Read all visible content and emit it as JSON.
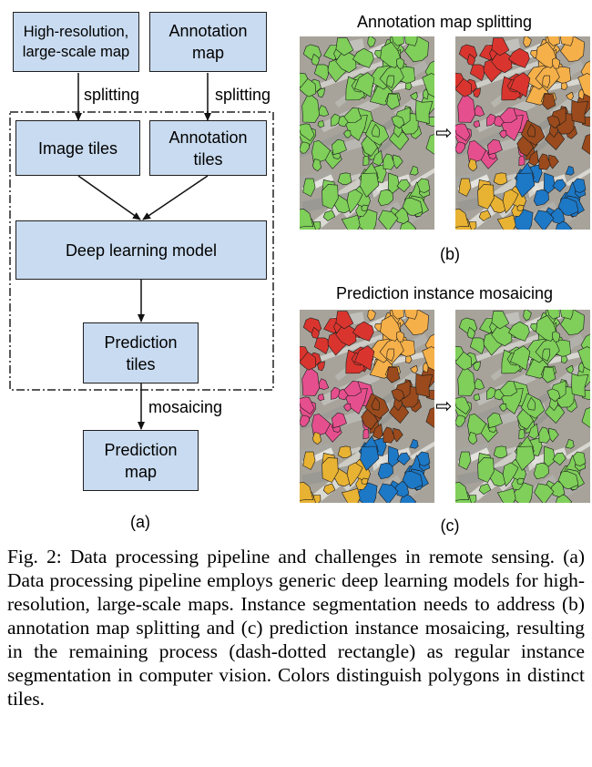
{
  "panel_a": {
    "boxes": {
      "high_res_map": "High-resolution,\nlarge-scale map",
      "annotation_map": "Annotation\nmap",
      "image_tiles": "Image tiles",
      "annotation_tiles": "Annotation\ntiles",
      "deep_learning_model": "Deep learning model",
      "prediction_tiles": "Prediction\ntiles",
      "prediction_map": "Prediction\nmap"
    },
    "edge_labels": {
      "splitting_left": "splitting",
      "splitting_right": "splitting",
      "mosaicing": "mosaicing"
    },
    "sublabel": "(a)"
  },
  "panel_b": {
    "title": "Annotation map splitting",
    "sublabel": "(b)"
  },
  "panel_c": {
    "title": "Prediction instance mosaicing",
    "sublabel": "(c)"
  },
  "colors": {
    "box_fill": "#c9dbf0",
    "polygon_green": "#7fcf5a",
    "tile_red": "#d9352e",
    "tile_orange": "#f5b04a",
    "tile_pink": "#e64f8e",
    "tile_brown": "#9a4a1c",
    "tile_yellow": "#e8b233",
    "tile_blue": "#1d78c6"
  },
  "caption": "Fig. 2: Data processing pipeline and challenges in remote sensing. (a) Data processing pipeline employs generic deep learning models for high-resolution, large-scale maps. Instance segmentation needs to address (b) annotation map splitting and (c) prediction instance mosaicing, resulting in the remaining process (dash-dotted rectangle) as regular instance segmentation in computer vision. Colors distinguish polygons in distinct tiles."
}
